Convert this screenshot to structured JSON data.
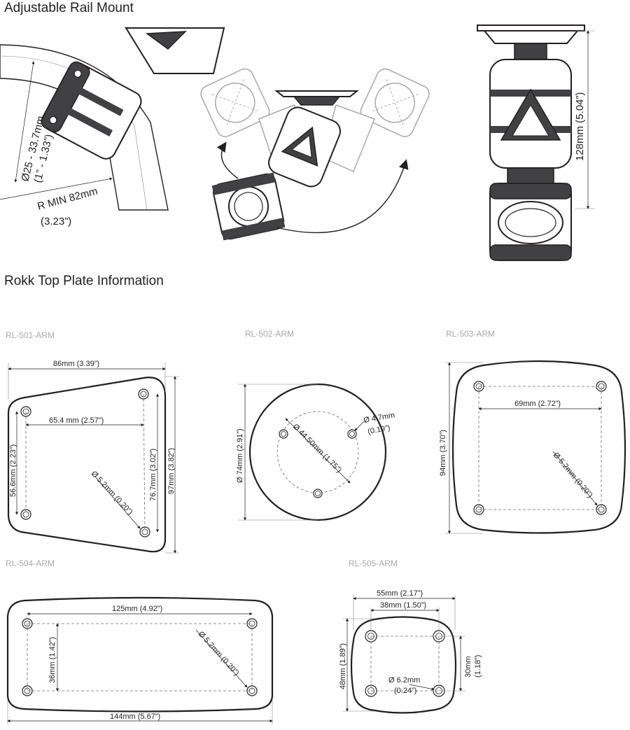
{
  "sections": {
    "rail_mount_title": "Adjustable Rail Mount",
    "top_plate_title": "Rokk Top Plate Information"
  },
  "rail_mount": {
    "diameter_range": "Ø25 - 33.7mm",
    "diameter_range_in": "(1” - 1.33”)",
    "radius_min": "R MIN 82mm",
    "radius_min_in": "(3.23”)",
    "height": "128mm (5.04”)"
  },
  "plates": {
    "rl501": {
      "model": "RL-501-ARM",
      "width": "86mm (3.39”)",
      "hole_spacing_h": "65.4 mm (2.57”)",
      "left_height": "56.6mm (2.23”)",
      "hole_spacing_v": "76.7mm (3.02”)",
      "height": "97mm (3.82”)",
      "hole_dia": "Ø 5.2mm (0.20”)"
    },
    "rl502": {
      "model": "RL-502-ARM",
      "diameter": "Ø 74mm (2.91”)",
      "pcd": "Ø 44.50mm (1.75”)",
      "hole_dia": "Ø 4.7mm",
      "hole_dia_in": "(0.19”)"
    },
    "rl503": {
      "model": "RL-503-ARM",
      "hole_spacing": "69mm (2.72”)",
      "height": "94mm (3.70”)",
      "hole_dia": "Ø 5.2mm (0.20”)"
    },
    "rl504": {
      "model": "RL-504-ARM",
      "hole_spacing_h": "125mm (4.92”)",
      "hole_spacing_v": "36mm (1.42”)",
      "hole_dia": "Ø 5.2mm (0.20”)",
      "width": "144mm (5.67”)"
    },
    "rl505": {
      "model": "RL-505-ARM",
      "width": "55mm (2.17”)",
      "hole_spacing_h": "38mm (1.50”)",
      "height": "48mm (1.89”)",
      "hole_spacing_v": "30mm",
      "hole_spacing_v_in": "(1.18”)",
      "hole_dia": "Ø 6.2mm",
      "hole_dia_in": "(0.24”)"
    }
  }
}
